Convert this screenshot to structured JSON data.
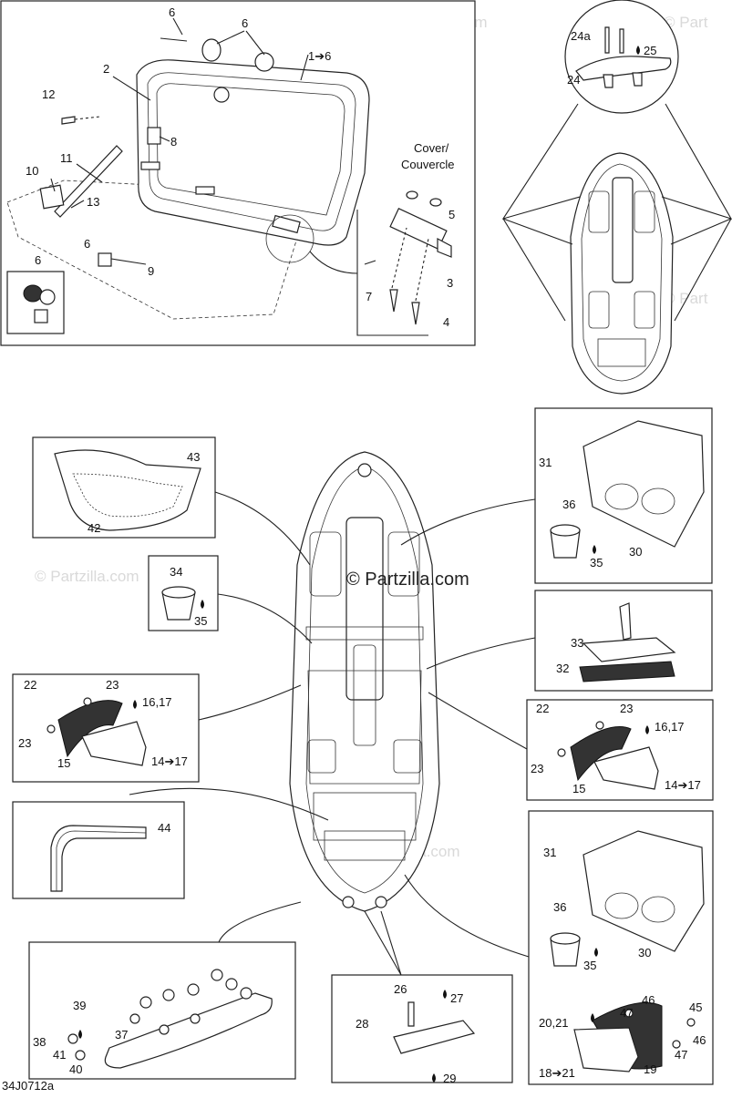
{
  "watermark": {
    "brand": "© Partzilla.com",
    "short": "© Part"
  },
  "figure_code": "34J0712a",
  "cover_label": {
    "line1": "Cover/",
    "line2": "Couvercle"
  },
  "callouts": {
    "top": {
      "c6a": "6",
      "c6b": "6",
      "c1to6": "1➔6",
      "c2": "2",
      "c12": "12",
      "c8": "8",
      "c11": "11",
      "c10": "10",
      "c13": "13",
      "c6c": "6",
      "c9": "9",
      "c6d": "6",
      "c5": "5",
      "c3": "3",
      "c7": "7",
      "c4": "4"
    },
    "circle": {
      "c24a": "24a",
      "c25": "25",
      "c24": "24"
    },
    "left": {
      "c43": "43",
      "c42": "42",
      "c34": "34",
      "c35": "35",
      "c22": "22",
      "c23a": "23",
      "c1617": "16,17",
      "c23b": "23",
      "c15": "15",
      "c1417": "14➔17",
      "c44": "44",
      "c39": "39",
      "c38": "38",
      "c41": "41",
      "c40": "40",
      "c37": "37"
    },
    "right": {
      "c31a": "31",
      "c36a": "36",
      "c35a": "35",
      "c30a": "30",
      "c33": "33",
      "c32": "32",
      "c22": "22",
      "c23a": "23",
      "c1617": "16,17",
      "c23b": "23",
      "c15": "15",
      "c1417": "14➔17",
      "c31b": "31",
      "c36b": "36",
      "c35b": "35",
      "c30b": "30",
      "c46a": "46",
      "c45": "45",
      "c2021": "20,21",
      "c47a": "47",
      "c46b": "46",
      "c47b": "47",
      "c1821": "18➔21",
      "c19": "19"
    },
    "bottom": {
      "c26": "26",
      "c27": "27",
      "c28": "28",
      "c29": "29"
    }
  }
}
